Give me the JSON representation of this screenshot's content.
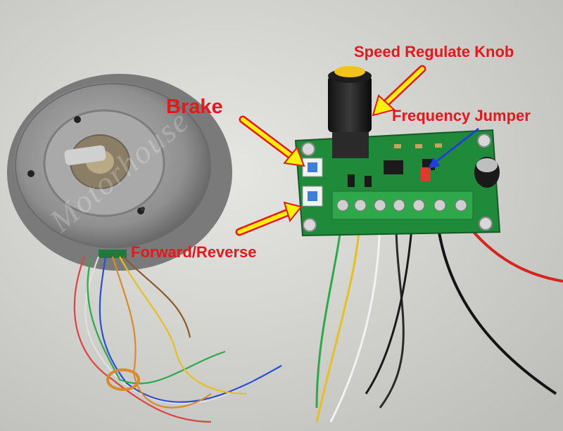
{
  "callouts": {
    "brake": "Brake",
    "speed_knob": "Speed Regulate Knob",
    "frequency_jumper": "Frequency Jumper",
    "forward_reverse": "Forward/Reverse"
  },
  "watermark": "Motorhouse",
  "colors": {
    "label_red": "#e8171b",
    "arrow_yellow": "#fff200",
    "arrow_red": "#e8171b",
    "arrow_blue": "#1f3fd8",
    "pcb_green": "#1f8a3a"
  }
}
